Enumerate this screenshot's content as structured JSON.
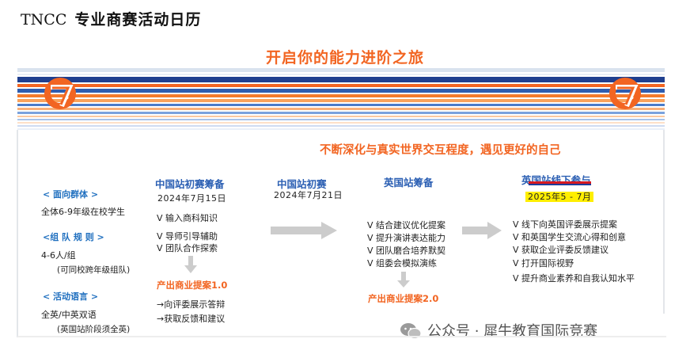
{
  "title": {
    "brand": "TNCC",
    "rest": "专业商赛活动日历"
  },
  "headline": "开启你的能力进阶之旅",
  "tagline": "不断深化与真实世界交互程度，遇见更好的自己",
  "colors": {
    "orange": "#f26522",
    "blue": "#1f6fbf",
    "navy": "#1f3c9a",
    "highlight": "#ffee00",
    "arrow": "#cccccc"
  },
  "info": {
    "audience_heading": "<  面向群体 >",
    "audience_value": "全体6-9年级在校学生",
    "rules_heading": "<组 队 规 则 >",
    "rules_value": "4-6人/组",
    "rules_note": "(可同校跨年级组队)",
    "language_heading": "<  活动语言 >",
    "language_value": "全英/中英双语",
    "language_note": "(英国站阶段须全英)"
  },
  "stages": [
    {
      "title": "中国站初赛筹备",
      "date": "2024年7月15日",
      "items": [
        "V 输入商科知识",
        "V  导师引导辅助",
        "V  团队合作探索"
      ],
      "output": "产出商业提案1.0",
      "followups": [
        "→向评委展示答辩",
        "→获取反馈和建议"
      ]
    },
    {
      "title": "中国站初赛",
      "date": "2024年7月21日"
    },
    {
      "title": "英国站筹备",
      "items": [
        "V 结合建议优化提案",
        "V 提升演讲表达能力",
        "V  团队磨合培养默契",
        "V 组委会模拟演练"
      ],
      "output": "产出商业提案2.0"
    },
    {
      "title": "英国站线下参与",
      "date": "2025年5 - 7月",
      "items": [
        "V 线下向英国评委展示提案",
        "V 和英国学生交流心得和创意",
        "V 获取企业评委反馈建议",
        "V 打开国际视野",
        "V  提升商业素养和自我认知水平"
      ]
    }
  ],
  "watermark": "公众号 · 犀牛教育国际竞赛"
}
